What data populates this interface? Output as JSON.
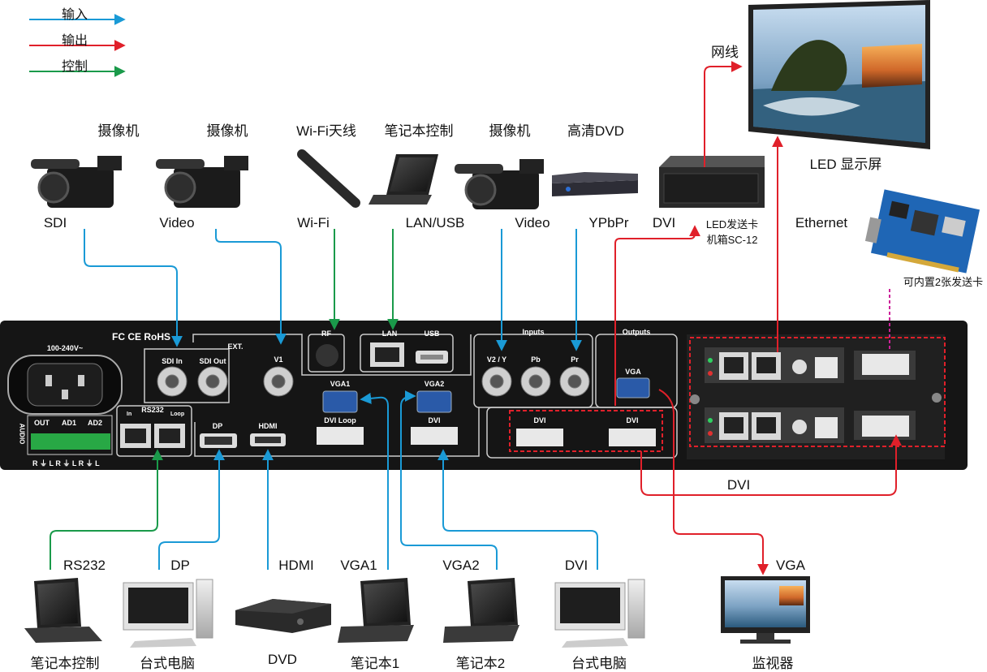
{
  "legend": {
    "input": "输入",
    "output": "输出",
    "control": "控制"
  },
  "top_devices": {
    "cam1": "摄像机",
    "cam2": "摄像机",
    "wifi": "Wi-Fi天线",
    "laptop_ctrl": "笔记本控制",
    "cam3": "摄像机",
    "dvd": "高清DVD"
  },
  "top_ports": {
    "sdi": "SDI",
    "video1": "Video",
    "wifi": "Wi-Fi",
    "lan": "LAN/USB",
    "video2": "Video",
    "ypbpr": "YPbPr",
    "dvi": "DVI"
  },
  "right": {
    "cable": "网线",
    "led_screen": "LED 显示屏",
    "sender_box": "LED发送卡",
    "sender_box2": "机箱SC-12",
    "ethernet": "Ethernet",
    "builtin": "可内置2张发送卡",
    "dvi_loop_label": "DVI"
  },
  "bottom_ports": {
    "rs232": "RS232",
    "dp": "DP",
    "hdmi": "HDMI",
    "vga1": "VGA1",
    "vga2": "VGA2",
    "dvi": "DVI",
    "vga": "VGA"
  },
  "bottom_devices": {
    "laptop_ctrl": "笔记本控制",
    "pc1": "台式电脑",
    "dvd": "DVD",
    "nb1": "笔记本1",
    "nb2": "笔记本2",
    "pc2": "台式电脑",
    "monitor": "监视器"
  },
  "panel": {
    "power": "100-240V~",
    "certs": "FC CE RoHS",
    "sdi_in": "SDI  In",
    "sdi_out": "SDI Out",
    "ext": "EXT.",
    "v1": "V1",
    "rf": "RF",
    "lan": "LAN",
    "usb": "USB",
    "inputs": "Inputs",
    "v2y": "V2 / Y",
    "pb": "Pb",
    "pr": "Pr",
    "outputs": "Outputs",
    "vga_out": "VGA",
    "vga1": "VGA1",
    "vga2": "VGA2",
    "dvi_loop": "DVI Loop",
    "dvi_in": "DVI",
    "dvi_out1": "DVI",
    "dvi_out2": "DVI",
    "rs232": "RS232",
    "rs232_in": "In",
    "rs232_loop": "Loop",
    "dp": "DP",
    "hdmi": "HDMI",
    "audio": "AUDIO",
    "out": "OUT",
    "ad1": "AD1",
    "ad2": "AD2",
    "audio_pins": "R ⏚ L  R ⏚ L  R ⏚ L"
  },
  "colors": {
    "input": "#1a9ad6",
    "output": "#e0202a",
    "control": "#1a9a4a",
    "panel": "#151515"
  }
}
